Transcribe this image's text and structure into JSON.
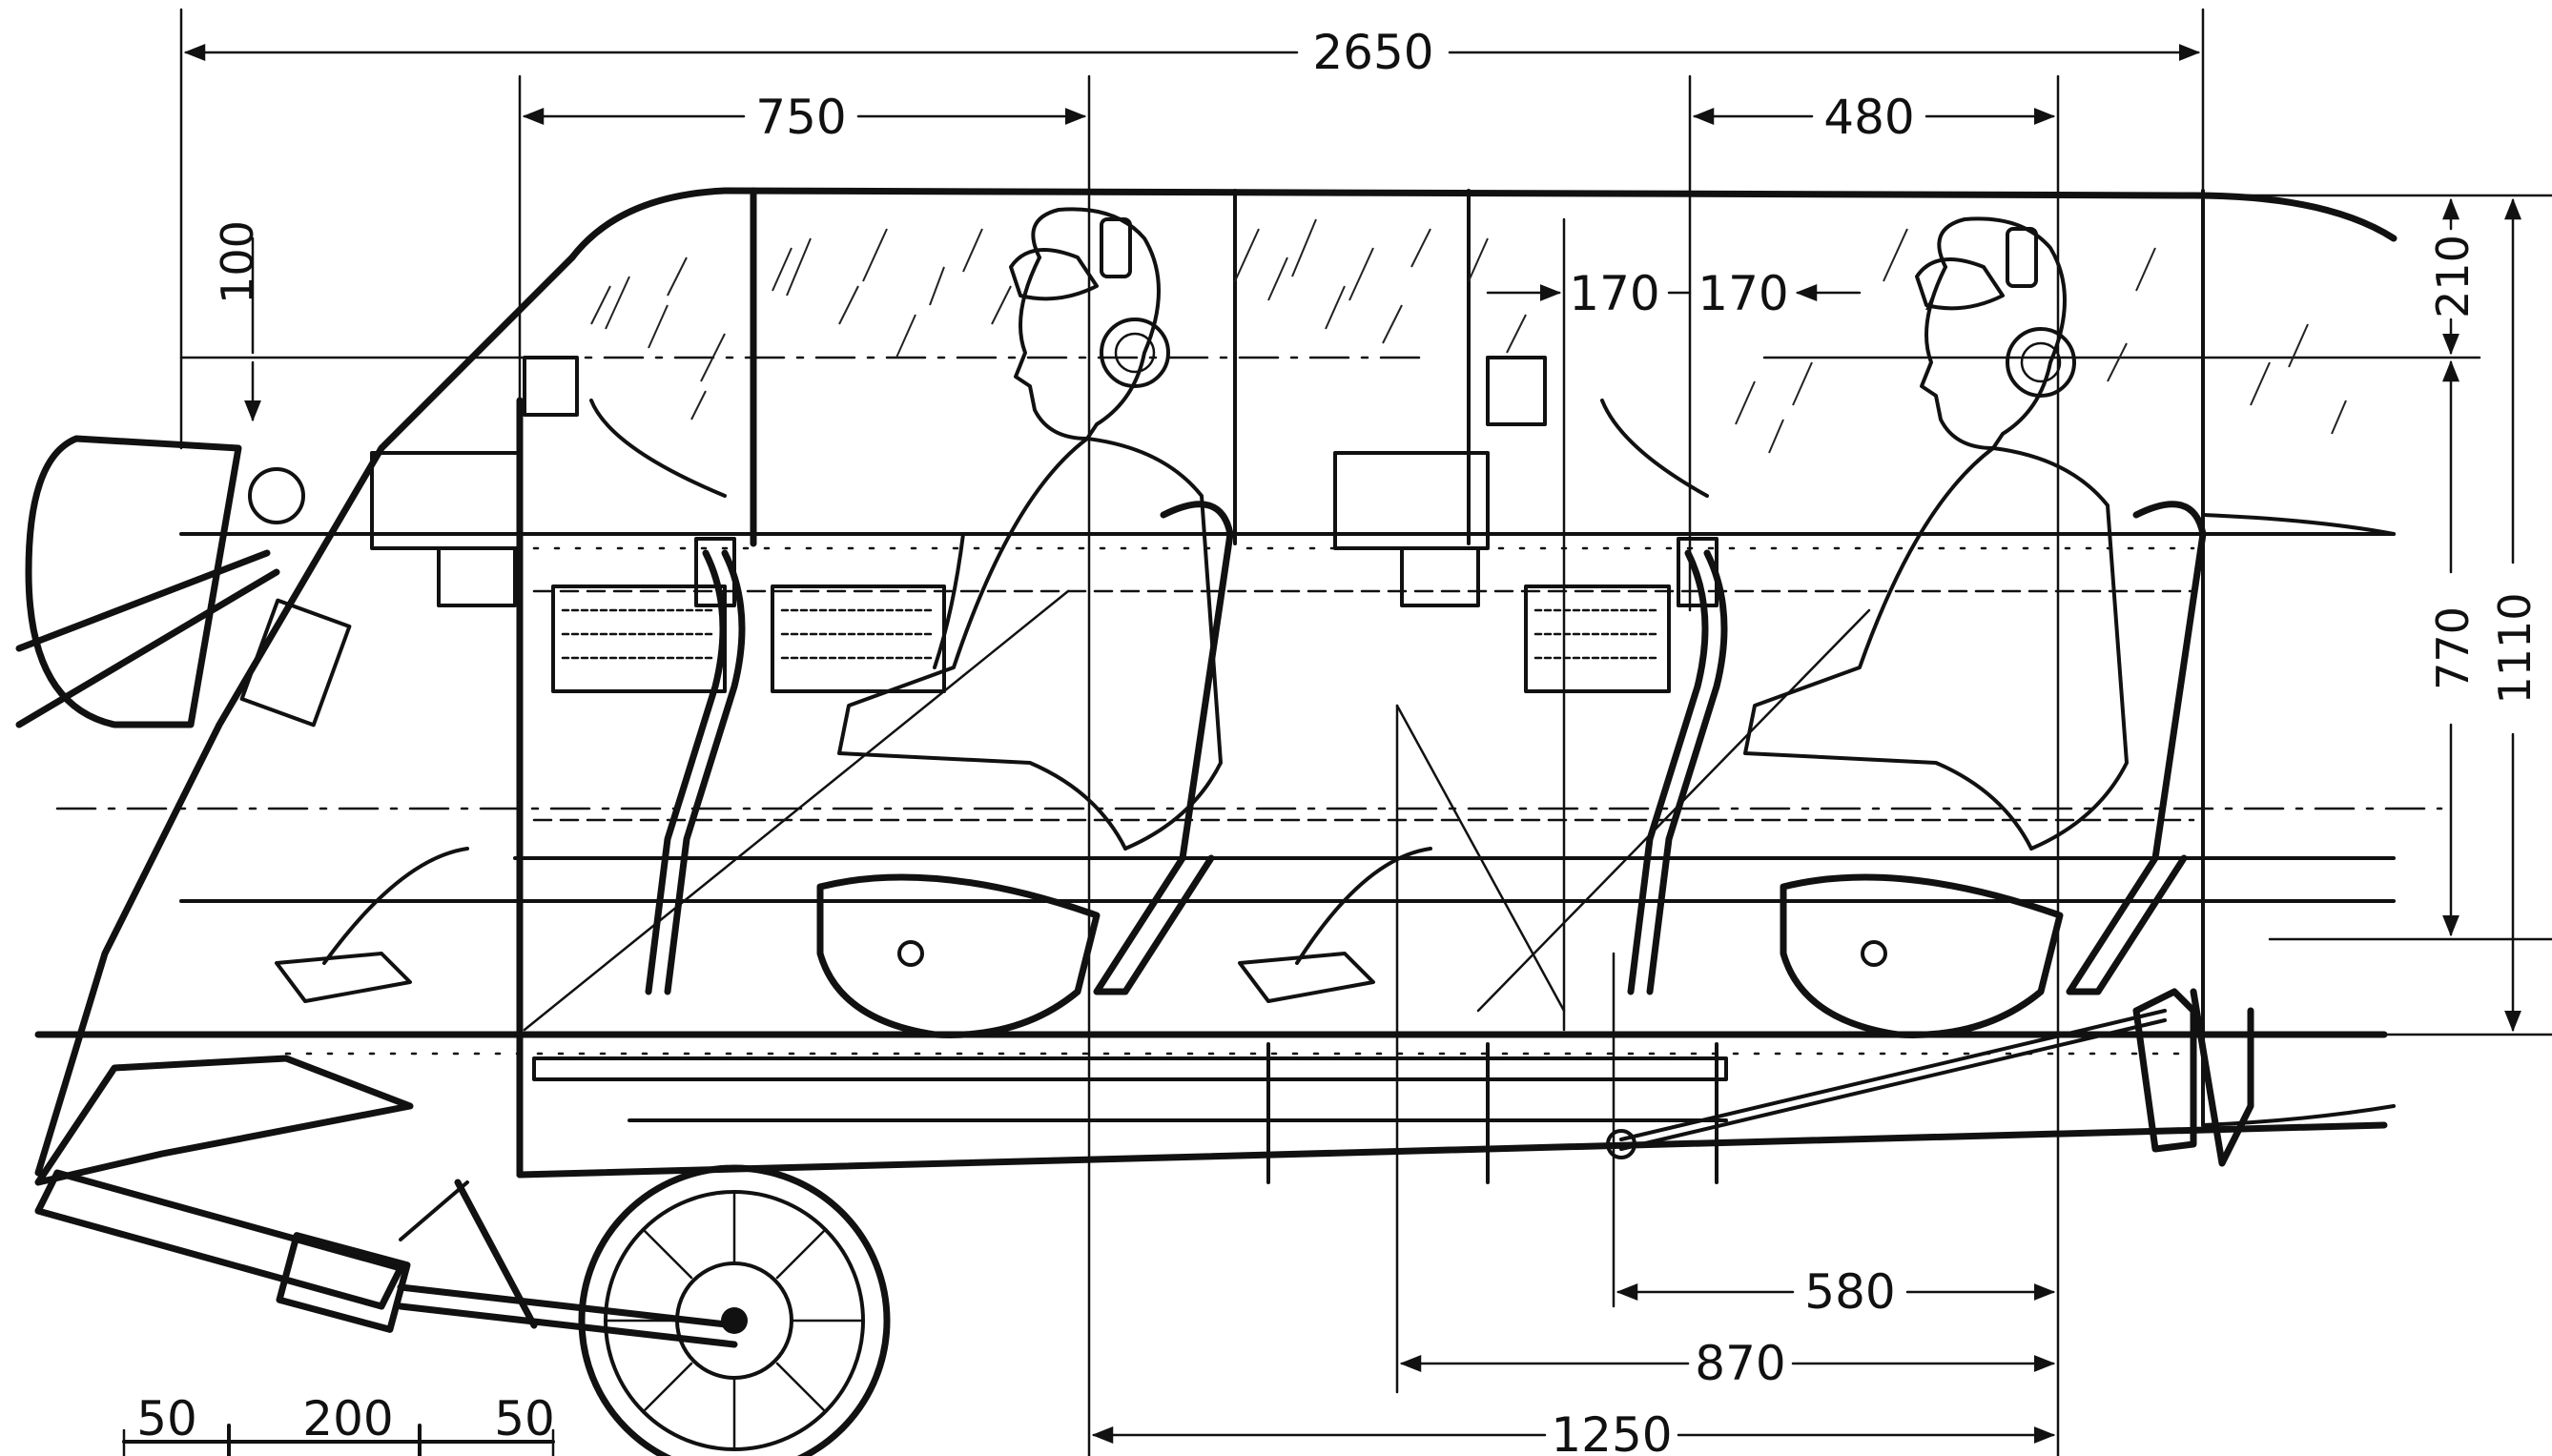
{
  "dimensions": {
    "overall_length": "2650",
    "front_bay": "750",
    "rear_offset": "480",
    "seat_spacing_a": "170",
    "seat_spacing_b": "170",
    "top_offset": "100",
    "canopy_height": "210",
    "cockpit_height": "770",
    "total_height": "1110",
    "rear_span_1": "580",
    "rear_span_2": "870",
    "rear_span_3": "1250",
    "scale_left": "50",
    "scale_mid": "200",
    "scale_right": "50"
  },
  "colors": {
    "ink": "#111111",
    "paper": "#ffffff"
  }
}
